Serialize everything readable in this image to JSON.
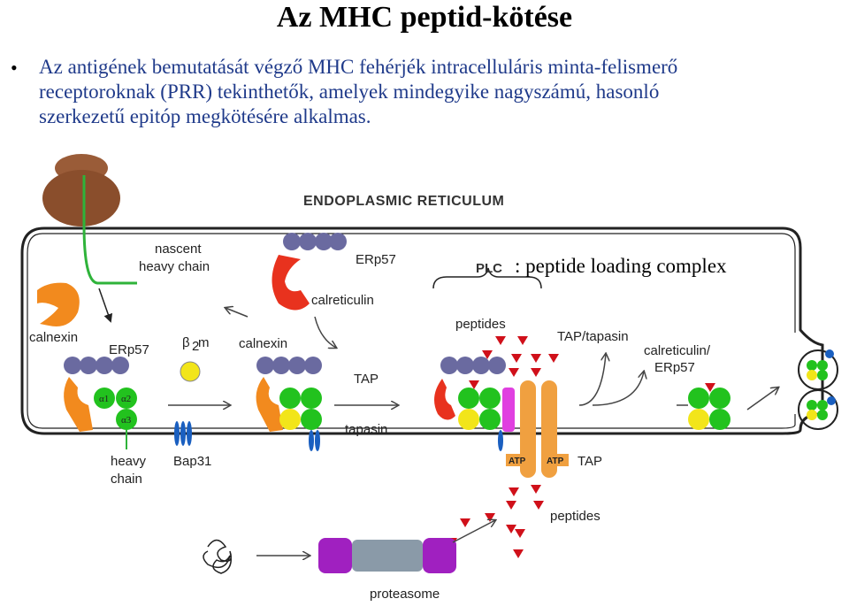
{
  "title": "Az MHC peptid-kötése",
  "bullet": {
    "line1": "Az antigének bemutatását végző MHC fehérjék intracelluláris minta-felismerő",
    "line2": "receptoroknak (PRR) tekinthetők, amelyek mindegyike nagyszámú, hasonló",
    "line3": "szerkezetű epitóp megkötésére alkalmas."
  },
  "diagram": {
    "er_label": "ENDOPLASMIC RETICULUM",
    "nascent1": "nascent",
    "nascent2": "heavy chain",
    "erp57_top": "ERp57",
    "calreticulin": "calreticulin",
    "plc_abbr": "PLC",
    "plc_desc": ": peptide loading complex",
    "calnexin_left": "calnexin",
    "erp57_mid": "ERp57",
    "b2m_beta": "β",
    "b2m_sub": "2",
    "b2m_m": "m",
    "calnexin_mid": "calnexin",
    "tap_arrow": "TAP",
    "tapasin": "tapasin",
    "peptides_top": "peptides",
    "tap_tapasin": "TAP/tapasin",
    "calret_erp57_1": "calreticulin/",
    "calret_erp57_2": "ERp57",
    "heavy1": "heavy",
    "heavy2": "chain",
    "bap31": "Bap31",
    "atp1": "ATP",
    "atp2": "ATP",
    "tap_bottom": "TAP",
    "peptides_bottom": "peptides",
    "proteasome": "proteasome",
    "alpha1": "α1",
    "alpha2": "α2",
    "alpha3": "α3"
  },
  "colors": {
    "title_text": "#000000",
    "bullet_text": "#1f3a8a",
    "calnexin": "#f28a1e",
    "calreticulin": "#e8321e",
    "erp57": "#6a6aa0",
    "mhc_alpha": "#22c21e",
    "b2m": "#f2e51a",
    "tap": "#f0a040",
    "tapasin": "#e040e0",
    "proteasome_cap": "#a020c0",
    "proteasome_core": "#8a9aa8",
    "peptide": "#d0101a",
    "ribosome": "#a0603a",
    "membrane_ring": "#1a5fc0"
  }
}
